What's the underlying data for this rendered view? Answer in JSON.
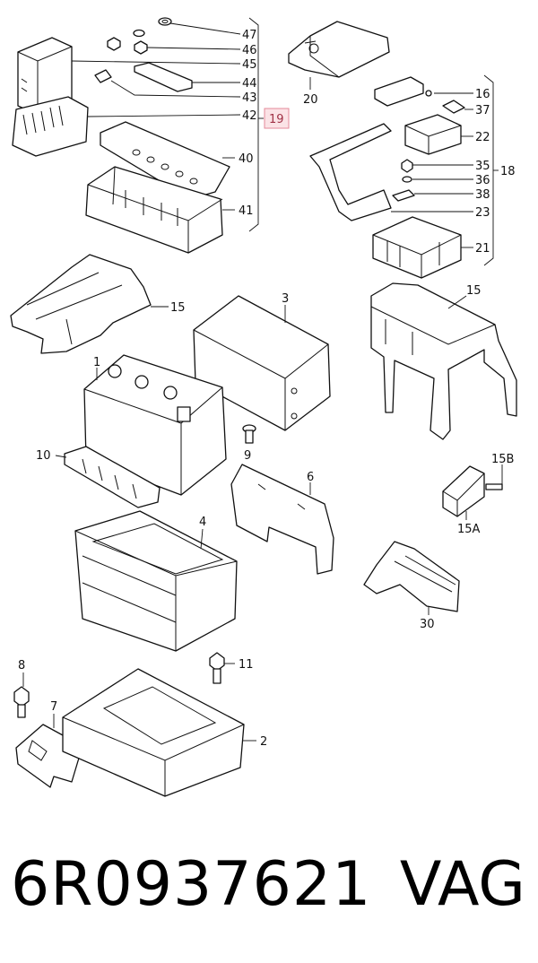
{
  "diagram": {
    "callouts": {
      "c47": "47",
      "c46": "46",
      "c45": "45",
      "c44": "44",
      "c43": "43",
      "c42": "42",
      "c19": "19",
      "c40": "40",
      "c41": "41",
      "c20": "20",
      "c16": "16",
      "c37": "37",
      "c22": "22",
      "c18": "18",
      "c35": "35",
      "c36": "36",
      "c38": "38",
      "c23": "23",
      "c21": "21",
      "c15a": "15",
      "c15b": "15",
      "c3": "3",
      "c1": "1",
      "c10": "10",
      "c9": "9",
      "c6": "6",
      "c15B": "15B",
      "c15A": "15A",
      "c4": "4",
      "c30": "30",
      "c8": "8",
      "c11": "11",
      "c7": "7",
      "c2": "2"
    }
  },
  "footer": {
    "part_number": "6R0937621",
    "brand": "VAG"
  }
}
